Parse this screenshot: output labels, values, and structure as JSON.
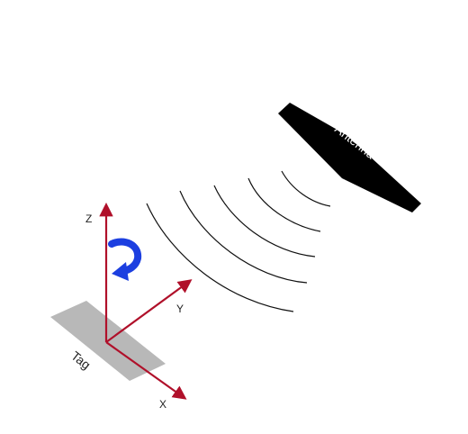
{
  "labels": {
    "antenna": "Antenna",
    "tag": "Tag",
    "axis_z": "Z",
    "axis_y": "Y",
    "axis_x": "X"
  },
  "colors": {
    "axis": "#b0102a",
    "rotation_arrow": "#1c3fe0",
    "tag": "#b8b8b8",
    "antenna": "#000000",
    "waves": "#111111"
  },
  "icons": {
    "rotation": "curved-rotation-arrow-icon",
    "antenna": "antenna-panel",
    "tag": "rfid-tag"
  }
}
